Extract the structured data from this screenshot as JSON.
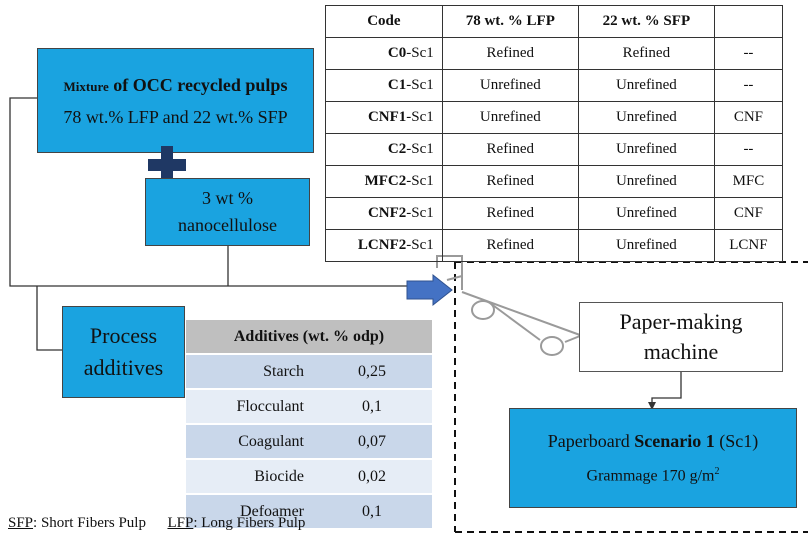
{
  "mixture_box": {
    "prefix": "Mixture",
    "title_rest": "of OCC recycled pulps",
    "line2": "78 wt.% LFP and 22 wt.% SFP"
  },
  "nanocellulose_box": {
    "line1": "3 wt %",
    "line2": "nanocellulose"
  },
  "process_box": {
    "line1": "Process",
    "line2": "additives"
  },
  "code_table": {
    "headers": [
      "Code",
      "78 wt. % LFP",
      "22 wt. % SFP",
      ""
    ],
    "rows": [
      {
        "code_bold": "C0",
        "code_suffix": "-Sc1",
        "lfp": "Refined",
        "sfp": "Refined",
        "nano": "--"
      },
      {
        "code_bold": "C1",
        "code_suffix": "-Sc1",
        "lfp": "Unrefined",
        "sfp": "Unrefined",
        "nano": "--"
      },
      {
        "code_bold": "CNF1",
        "code_suffix": "-Sc1",
        "lfp": "Unrefined",
        "sfp": "Unrefined",
        "nano": "CNF"
      },
      {
        "code_bold": "C2",
        "code_suffix": "-Sc1",
        "lfp": "Refined",
        "sfp": "Unrefined",
        "nano": "--"
      },
      {
        "code_bold": "MFC2",
        "code_suffix": "-Sc1",
        "lfp": "Refined",
        "sfp": "Unrefined",
        "nano": "MFC"
      },
      {
        "code_bold": "CNF2",
        "code_suffix": "-Sc1",
        "lfp": "Refined",
        "sfp": "Unrefined",
        "nano": "CNF"
      },
      {
        "code_bold": "LCNF2",
        "code_suffix": "-Sc1",
        "lfp": "Refined",
        "sfp": "Unrefined",
        "nano": "LCNF"
      }
    ]
  },
  "additives_table": {
    "header": "Additives (wt. % odp)",
    "rows": [
      {
        "name": "Starch",
        "value": "0,25"
      },
      {
        "name": "Flocculant",
        "value": "0,1"
      },
      {
        "name": "Coagulant",
        "value": "0,07"
      },
      {
        "name": "Biocide",
        "value": "0,02"
      },
      {
        "name": "Defoamer",
        "value": "0,1"
      }
    ]
  },
  "machine_box": {
    "line1": "Paper-making",
    "line2": "machine"
  },
  "scenario_box": {
    "prefix": "Paperboard",
    "bold": "Scenario 1",
    "suffix": "(Sc1)",
    "grammage_prefix": "Grammage 170 g/m",
    "grammage_sup": "2"
  },
  "legend": {
    "sfp_abbr": "SFP",
    "sfp_text": ": Short Fibers Pulp",
    "lfp_abbr": "LFP",
    "lfp_text": ": Long Fibers Pulp"
  },
  "colors": {
    "box_blue": "#1aa3e0",
    "plus_navy": "#1f3864",
    "arrow_blue": "#4472c4",
    "additive_row_dark": "#c9d7ea",
    "additive_row_light": "#e6edf6",
    "additive_header": "#bfbfbf"
  }
}
